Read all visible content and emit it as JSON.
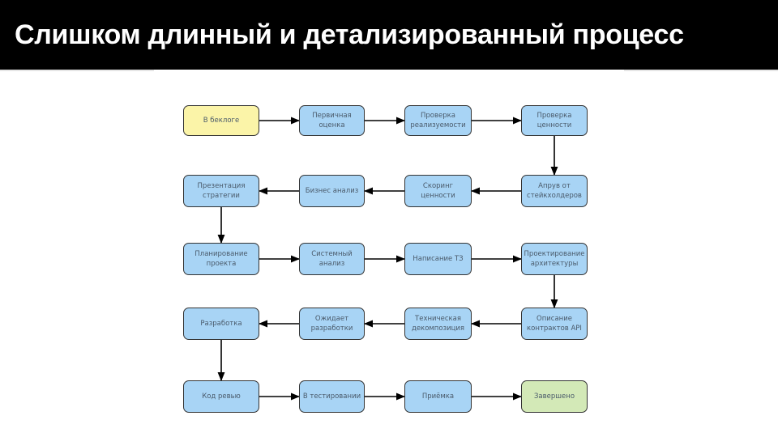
{
  "slide": {
    "title": "Слишком длинный и детализированный процесс"
  },
  "diagram": {
    "colors": {
      "start": "#fbf4a8",
      "step": "#a8d4f5",
      "end": "#d3e9b7"
    },
    "nodes": [
      {
        "id": "n1",
        "label": "В беклоге",
        "kind": "start"
      },
      {
        "id": "n2",
        "label": "Первичная оценка",
        "kind": "step"
      },
      {
        "id": "n3",
        "label": "Проверка реализуемости",
        "kind": "step"
      },
      {
        "id": "n4",
        "label": "Проверка ценности",
        "kind": "step"
      },
      {
        "id": "n5",
        "label": "Апрув от стейкхолдеров",
        "kind": "step"
      },
      {
        "id": "n6",
        "label": "Скоринг ценности",
        "kind": "step"
      },
      {
        "id": "n7",
        "label": "Бизнес анализ",
        "kind": "step"
      },
      {
        "id": "n8",
        "label": "Презентация стратегии",
        "kind": "step"
      },
      {
        "id": "n9",
        "label": "Планирование проекта",
        "kind": "step"
      },
      {
        "id": "n10",
        "label": "Системный анализ",
        "kind": "step"
      },
      {
        "id": "n11",
        "label": "Написание ТЗ",
        "kind": "step"
      },
      {
        "id": "n12",
        "label": "Проектирование архитектуры",
        "kind": "step"
      },
      {
        "id": "n13",
        "label": "Описание контрактов API",
        "kind": "step"
      },
      {
        "id": "n14",
        "label": "Техническая декомпозиция",
        "kind": "step"
      },
      {
        "id": "n15",
        "label": "Ожидает разработки",
        "kind": "step"
      },
      {
        "id": "n16",
        "label": "Разработка",
        "kind": "step"
      },
      {
        "id": "n17",
        "label": "Код ревью",
        "kind": "step"
      },
      {
        "id": "n18",
        "label": "В тестировании",
        "kind": "step"
      },
      {
        "id": "n19",
        "label": "Приёмка",
        "kind": "step"
      },
      {
        "id": "n20",
        "label": "Завершено",
        "kind": "end"
      }
    ],
    "edges": [
      [
        "n1",
        "n2"
      ],
      [
        "n2",
        "n3"
      ],
      [
        "n3",
        "n4"
      ],
      [
        "n4",
        "n5"
      ],
      [
        "n5",
        "n6"
      ],
      [
        "n6",
        "n7"
      ],
      [
        "n7",
        "n8"
      ],
      [
        "n8",
        "n9"
      ],
      [
        "n9",
        "n10"
      ],
      [
        "n10",
        "n11"
      ],
      [
        "n11",
        "n12"
      ],
      [
        "n12",
        "n13"
      ],
      [
        "n13",
        "n14"
      ],
      [
        "n14",
        "n15"
      ],
      [
        "n15",
        "n16"
      ],
      [
        "n16",
        "n17"
      ],
      [
        "n17",
        "n18"
      ],
      [
        "n18",
        "n19"
      ],
      [
        "n19",
        "n20"
      ]
    ]
  }
}
